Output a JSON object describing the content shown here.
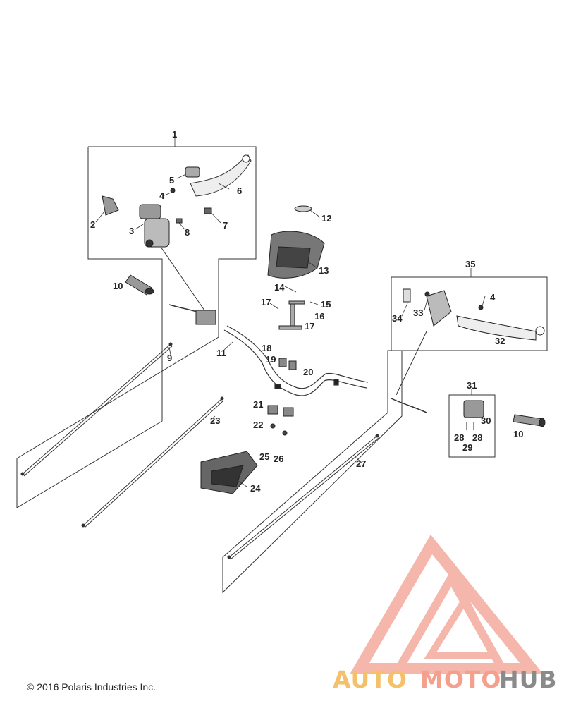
{
  "diagram": {
    "callouts": [
      "1",
      "2",
      "3",
      "4",
      "5",
      "6",
      "7",
      "8",
      "9",
      "10",
      "11",
      "12",
      "13",
      "14",
      "15",
      "16",
      "17",
      "18",
      "19",
      "20",
      "21",
      "22",
      "23",
      "24",
      "25",
      "26",
      "27",
      "28",
      "29",
      "30",
      "31",
      "32",
      "33",
      "34",
      "35"
    ]
  },
  "copyright": "© 2016 Polaris Industries Inc.",
  "watermark": {
    "part1": "AUTO",
    "part2": "MOTO",
    "part3": "HUB",
    "colors": {
      "auto": "#f5c06a",
      "moto": "#f4a08d",
      "hub": "#8a8a8a",
      "logo": "#f29a8a"
    }
  }
}
